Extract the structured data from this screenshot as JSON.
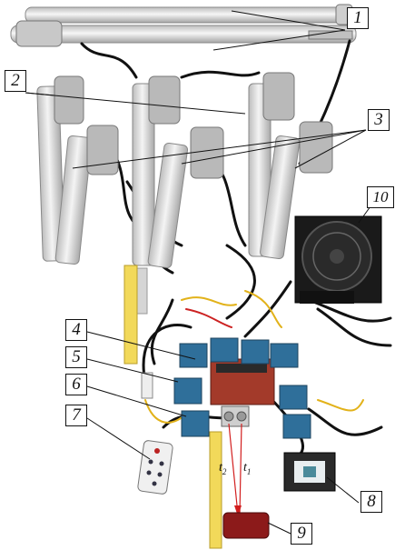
{
  "callouts": [
    "1",
    "2",
    "3",
    "4",
    "5",
    "6",
    "7",
    "8",
    "9",
    "10"
  ],
  "beam_labels": {
    "t2": "t",
    "t2_sub": "2",
    "t1": "t",
    "t1_sub": "1"
  },
  "colors": {
    "background": "#ffffff",
    "actuator_body": "#dcdcdc",
    "motor": "#b9b9b9",
    "cable": "#111111",
    "ruler": "#f2d95a",
    "driver_board": "#2f6f9a",
    "controller_board": "#a33a2a",
    "target_block": "#8c1a1a",
    "laser_beam": "#d21e1e",
    "psu_case": "#1a1a1a",
    "display": "#3a3a3a"
  }
}
